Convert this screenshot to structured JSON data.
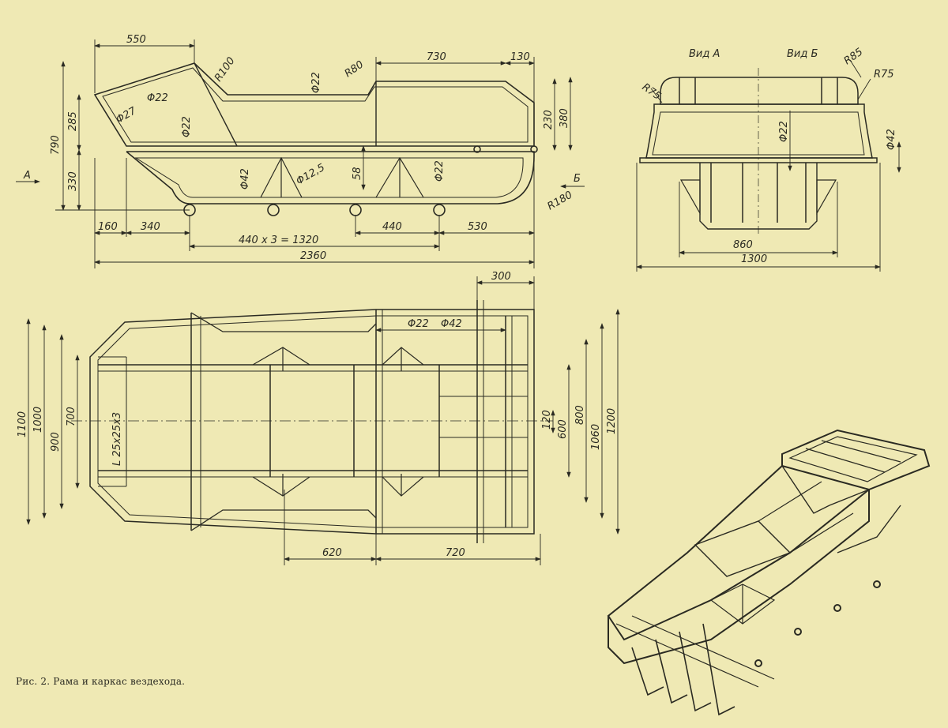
{
  "caption": "Рис. 2. Рама и каркас вездехода.",
  "side_view": {
    "dims": {
      "d550": "550",
      "d730": "730",
      "d130": "130",
      "r100": "R100",
      "r80": "R80",
      "r180": "R180",
      "phi22_a": "Φ22",
      "phi22_b": "Φ22",
      "phi22_c": "Φ22",
      "phi22_d": "Φ22",
      "phi27": "Φ27",
      "phi42": "Φ42",
      "phi125": "Φ12,5",
      "d790": "790",
      "d285": "285",
      "d330": "330",
      "d230": "230",
      "d380": "380",
      "d58": "58",
      "d160": "160",
      "d340": "340",
      "d440": "440",
      "d530": "530",
      "d1320": "440 x 3 = 1320",
      "d2360": "2360"
    },
    "view_a": "А",
    "view_b": "Б"
  },
  "front_view": {
    "label_a": "Вид А",
    "label_b": "Вид Б",
    "dims": {
      "r75a": "R75",
      "r85": "R85",
      "r75b": "R75",
      "phi22": "Φ22",
      "phi42": "Φ42",
      "d860": "860",
      "d1300": "1300"
    }
  },
  "plan_view": {
    "dims": {
      "d300": "300",
      "phi22": "Φ22",
      "phi42": "Φ42",
      "d1100": "1100",
      "d1000": "1000",
      "d900": "900",
      "d700": "700",
      "angle": "L 25x25x3",
      "d120": "120",
      "d600": "600",
      "d800": "800",
      "d1060": "1060",
      "d1200": "1200",
      "d620": "620",
      "d720": "720"
    }
  }
}
